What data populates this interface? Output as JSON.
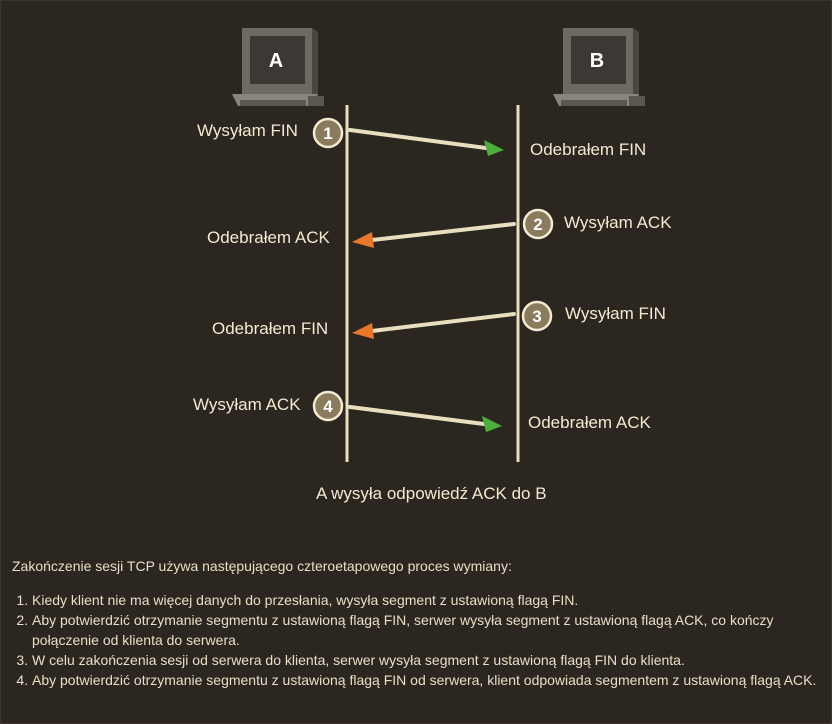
{
  "computers": [
    {
      "letter": "A"
    },
    {
      "letter": "B"
    }
  ],
  "messages": [
    {
      "step": "1",
      "sender_label": "Wysyłam FIN",
      "receiver_label": "Odebrałem FIN",
      "direction": "A-to-B",
      "arrow_color": "#4caf3c"
    },
    {
      "step": "2",
      "sender_label": "Wysyłam ACK",
      "receiver_label": "Odebrałem ACK",
      "direction": "B-to-A",
      "arrow_color": "#e8772a"
    },
    {
      "step": "3",
      "sender_label": "Wysyłam FIN",
      "receiver_label": "Odebrałem FIN",
      "direction": "B-to-A",
      "arrow_color": "#e8772a"
    },
    {
      "step": "4",
      "sender_label": "Wysyłam ACK",
      "receiver_label": "Odebrałem ACK",
      "direction": "A-to-B",
      "arrow_color": "#4caf3c"
    }
  ],
  "caption": "A wysyła odpowiedź ACK do B",
  "intro": "Zakończenie sesji TCP używa następującego czteroetapowego proces wymiany:",
  "steps": [
    "Kiedy klient nie ma więcej danych do przesłania, wysyła segment z ustawioną flagą FIN.",
    "Aby potwierdzić otrzymanie segmentu z ustawioną flagą FIN, serwer wysyła segment z ustawioną flagą ACK, co kończy połączenie od klienta do serwera.",
    "W celu zakończenia sesji od serwera do klienta, serwer wysyła segment z ustawioną flagą FIN do klienta.",
    "Aby potwierdzić otrzymanie segmentu z ustawioną flagą FIN od serwera, klient odpowiada segmentem z ustawioną flagą ACK."
  ],
  "colors": {
    "background": "#2b2620",
    "timeline": "#e9dfbf",
    "arrow_shaft": "#e9dfbf",
    "step_badge": "#8a7a5e"
  }
}
